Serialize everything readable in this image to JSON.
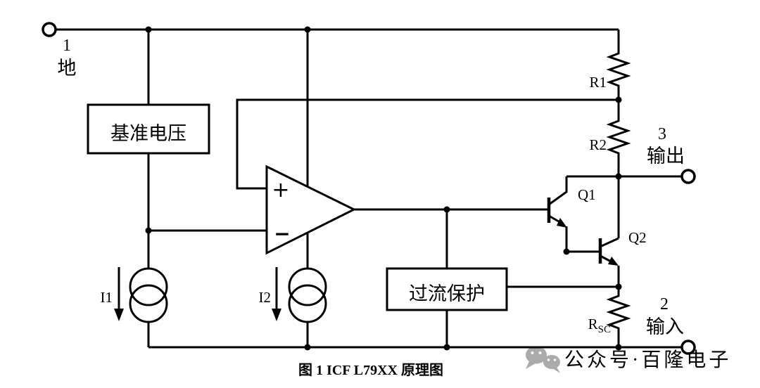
{
  "figure": {
    "caption": "图 1 ICF L79XX 原理图"
  },
  "terminals": {
    "pin1": {
      "number": "1",
      "label": "地"
    },
    "pin3": {
      "number": "3",
      "label": "输出"
    },
    "pin2": {
      "number": "2",
      "label": "输入"
    }
  },
  "blocks": {
    "reference_voltage": "基准电压",
    "overcurrent_protection": "过流保护"
  },
  "opamp": {
    "noninverting_sign": "+",
    "inverting_sign": "−"
  },
  "components": {
    "r1": "R1",
    "r2": "R2",
    "rsc_base": "R",
    "rsc_sub": "SC",
    "q1": "Q1",
    "q2": "Q2",
    "i1": "I1",
    "i2": "I2"
  },
  "watermark": {
    "text": "公众号·百隆电子"
  },
  "colors": {
    "line": "#000000",
    "watermark": "#ababab",
    "background": "#ffffff"
  }
}
